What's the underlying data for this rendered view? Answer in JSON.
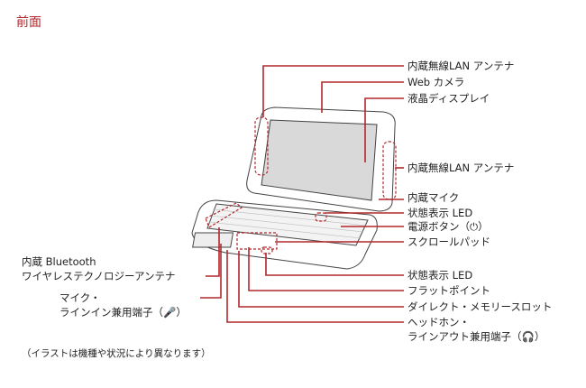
{
  "title": "前面",
  "labels": {
    "wlan_top": "内蔵無線LAN アンテナ",
    "webcam": "Web カメラ",
    "lcd": "液晶ディスプレイ",
    "wlan_right": "内蔵無線LAN アンテナ",
    "mic": "内蔵マイク",
    "led1": "状態表示 LED",
    "power": "電源ボタン（⏻）",
    "scroll": "スクロールパッド",
    "led2": "状態表示 LED",
    "flatpoint": "フラットポイント",
    "memslot": "ダイレクト・メモリースロット",
    "headphone1": "ヘッドホン・",
    "headphone2": "ラインアウト兼用端子（🎧）",
    "bt1": "内蔵 Bluetooth",
    "bt2": "ワイヤレステクノロジーアンテナ",
    "micin1": "マイク・",
    "micin2": "ラインイン兼用端子（🎤）"
  },
  "note": "（イラストは機種や状況により異なります）",
  "colors": {
    "leader": "#b0282c",
    "screen": "#d9d9d9"
  }
}
